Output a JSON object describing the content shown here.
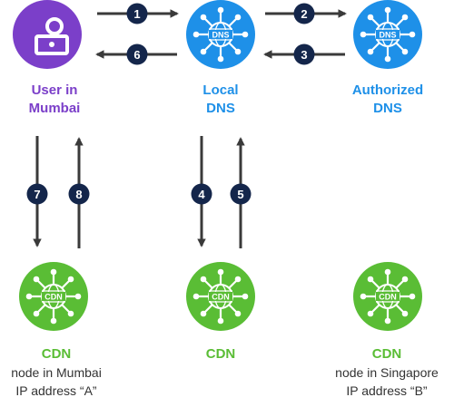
{
  "colors": {
    "user": "#7B3FC9",
    "dns": "#1E90E8",
    "cdn": "#5ABD35",
    "arrow": "#3a3a3a",
    "badge": "#14264B",
    "badge_text": "#ffffff",
    "sub_text": "#333333"
  },
  "nodes": {
    "user": {
      "icon": "user-badge-icon",
      "title": "User in\nMumbai"
    },
    "local_dns": {
      "icon": "dns-network-icon",
      "title": "Local\nDNS",
      "glyph": "DNS"
    },
    "auth_dns": {
      "icon": "dns-network-icon",
      "title": "Authorized\nDNS",
      "glyph": "DNS"
    },
    "cdn_mumbai": {
      "icon": "cdn-network-icon",
      "title": "CDN",
      "line1": "node in Mumbai",
      "line2": "IP address “A”",
      "glyph": "CDN"
    },
    "cdn_center": {
      "icon": "cdn-network-icon",
      "title": "CDN",
      "glyph": "CDN"
    },
    "cdn_singapore": {
      "icon": "cdn-network-icon",
      "title": "CDN",
      "line1": "node in Singapore",
      "line2": "IP address “B”",
      "glyph": "CDN"
    }
  },
  "steps": [
    "1",
    "2",
    "3",
    "4",
    "5",
    "6",
    "7",
    "8"
  ]
}
